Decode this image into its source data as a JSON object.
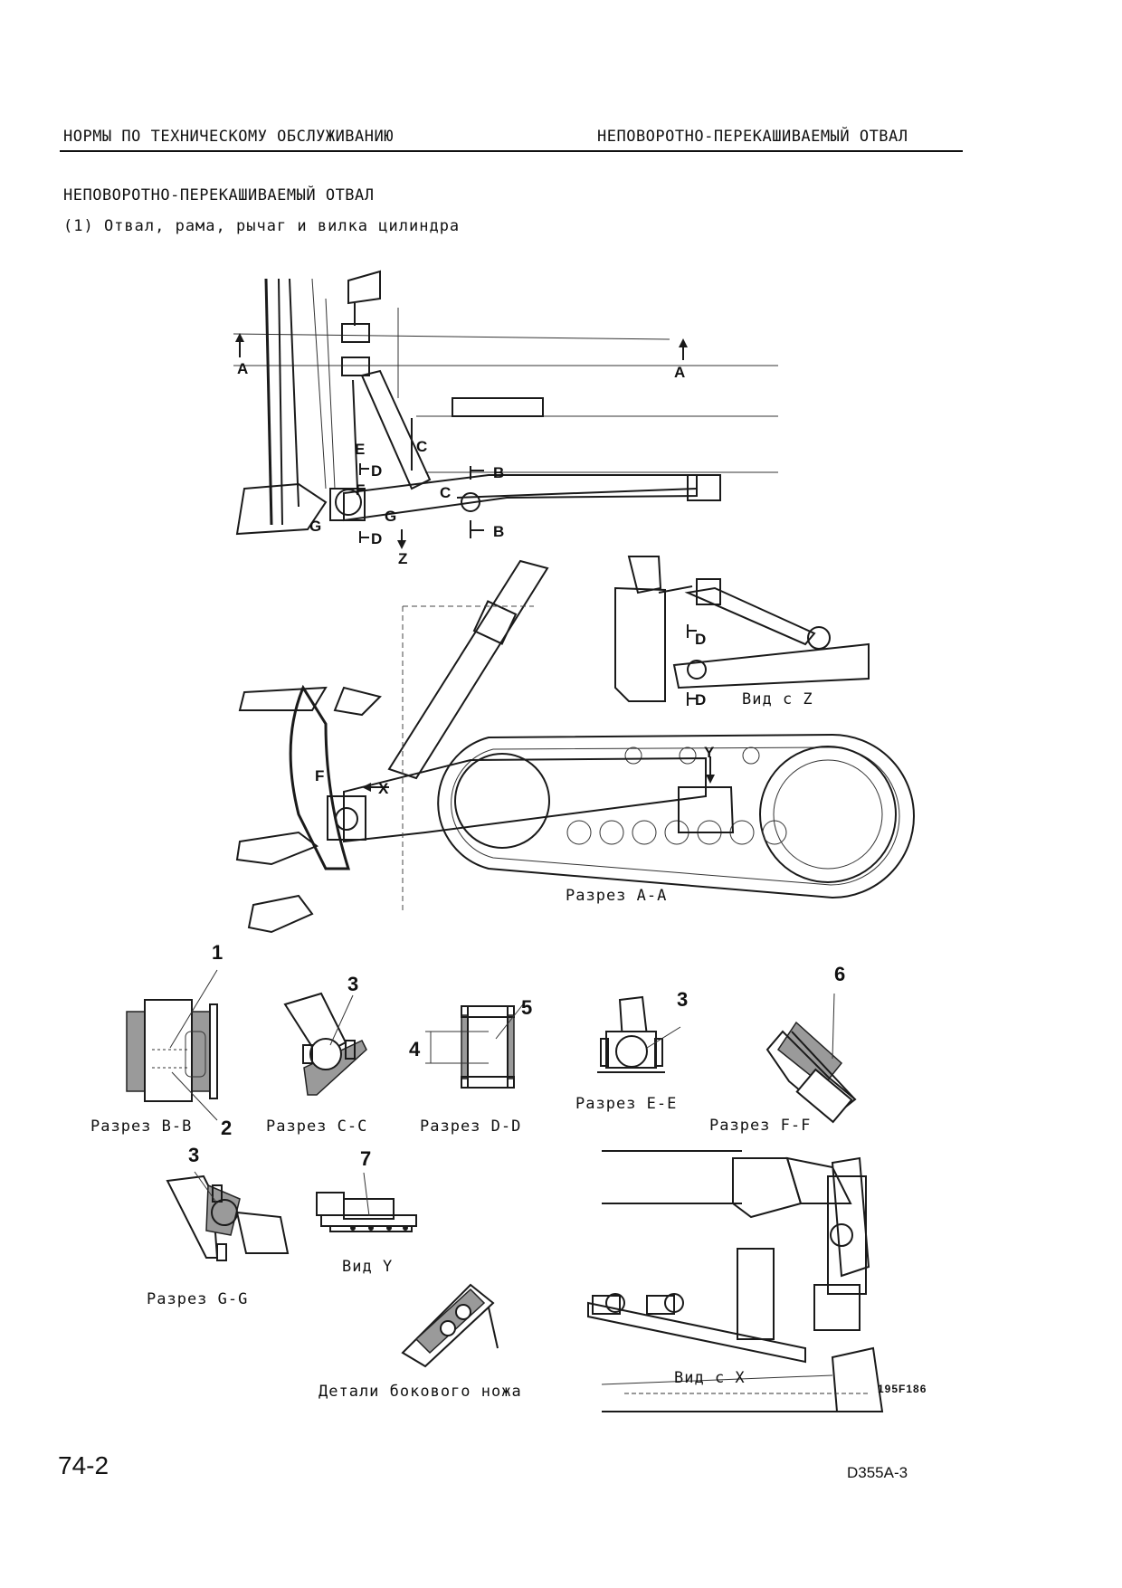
{
  "header": {
    "left": "НОРМЫ ПО ТЕХНИЧЕСКОМУ ОБСЛУЖИВАНИЮ",
    "right": "НЕПОВОРОТНО-ПЕРЕКАШИВАЕМЫЙ ОТВАЛ"
  },
  "section_title": "НЕПОВОРОТНО-ПЕРЕКАШИВАЕМЫЙ ОТВАЛ",
  "subtitle": "(1) Отвал, рама, рычаг и вилка цилиндра",
  "section_markers": {
    "a_left": "A",
    "a_right": "A",
    "b_top": "B",
    "b_bottom": "B",
    "c_top": "C",
    "c_bottom": "C",
    "d_top": "D",
    "d_bottom": "D",
    "e": "E",
    "f": "F",
    "g_left": "G",
    "g_right": "G",
    "z": "Z"
  },
  "view_z": {
    "caption": "Вид с Z",
    "d_top": "D",
    "d_bottom": "D"
  },
  "section_aa": {
    "caption": "Разрез A-A",
    "y": "Y",
    "x": "X",
    "f": "F"
  },
  "details": {
    "bb": {
      "caption": "Разрез B-B",
      "n1": "1",
      "n2": "2"
    },
    "cc": {
      "caption": "Разрез C-C",
      "n3": "3"
    },
    "dd": {
      "caption": "Разрез D-D",
      "n4": "4",
      "n5": "5"
    },
    "ee": {
      "caption": "Разрез E-E",
      "n3": "3"
    },
    "ff": {
      "caption": "Разрез F-F",
      "n6": "6"
    },
    "gg": {
      "caption": "Разрез G-G",
      "n3": "3"
    },
    "y": {
      "caption": "Вид Y",
      "n7": "7"
    },
    "side_knife": {
      "caption": "Детали бокового ножа"
    },
    "x": {
      "caption": "Вид с X"
    }
  },
  "drawing_code": "195F186",
  "footer": {
    "page": "74-2",
    "model": "D355A-3"
  }
}
